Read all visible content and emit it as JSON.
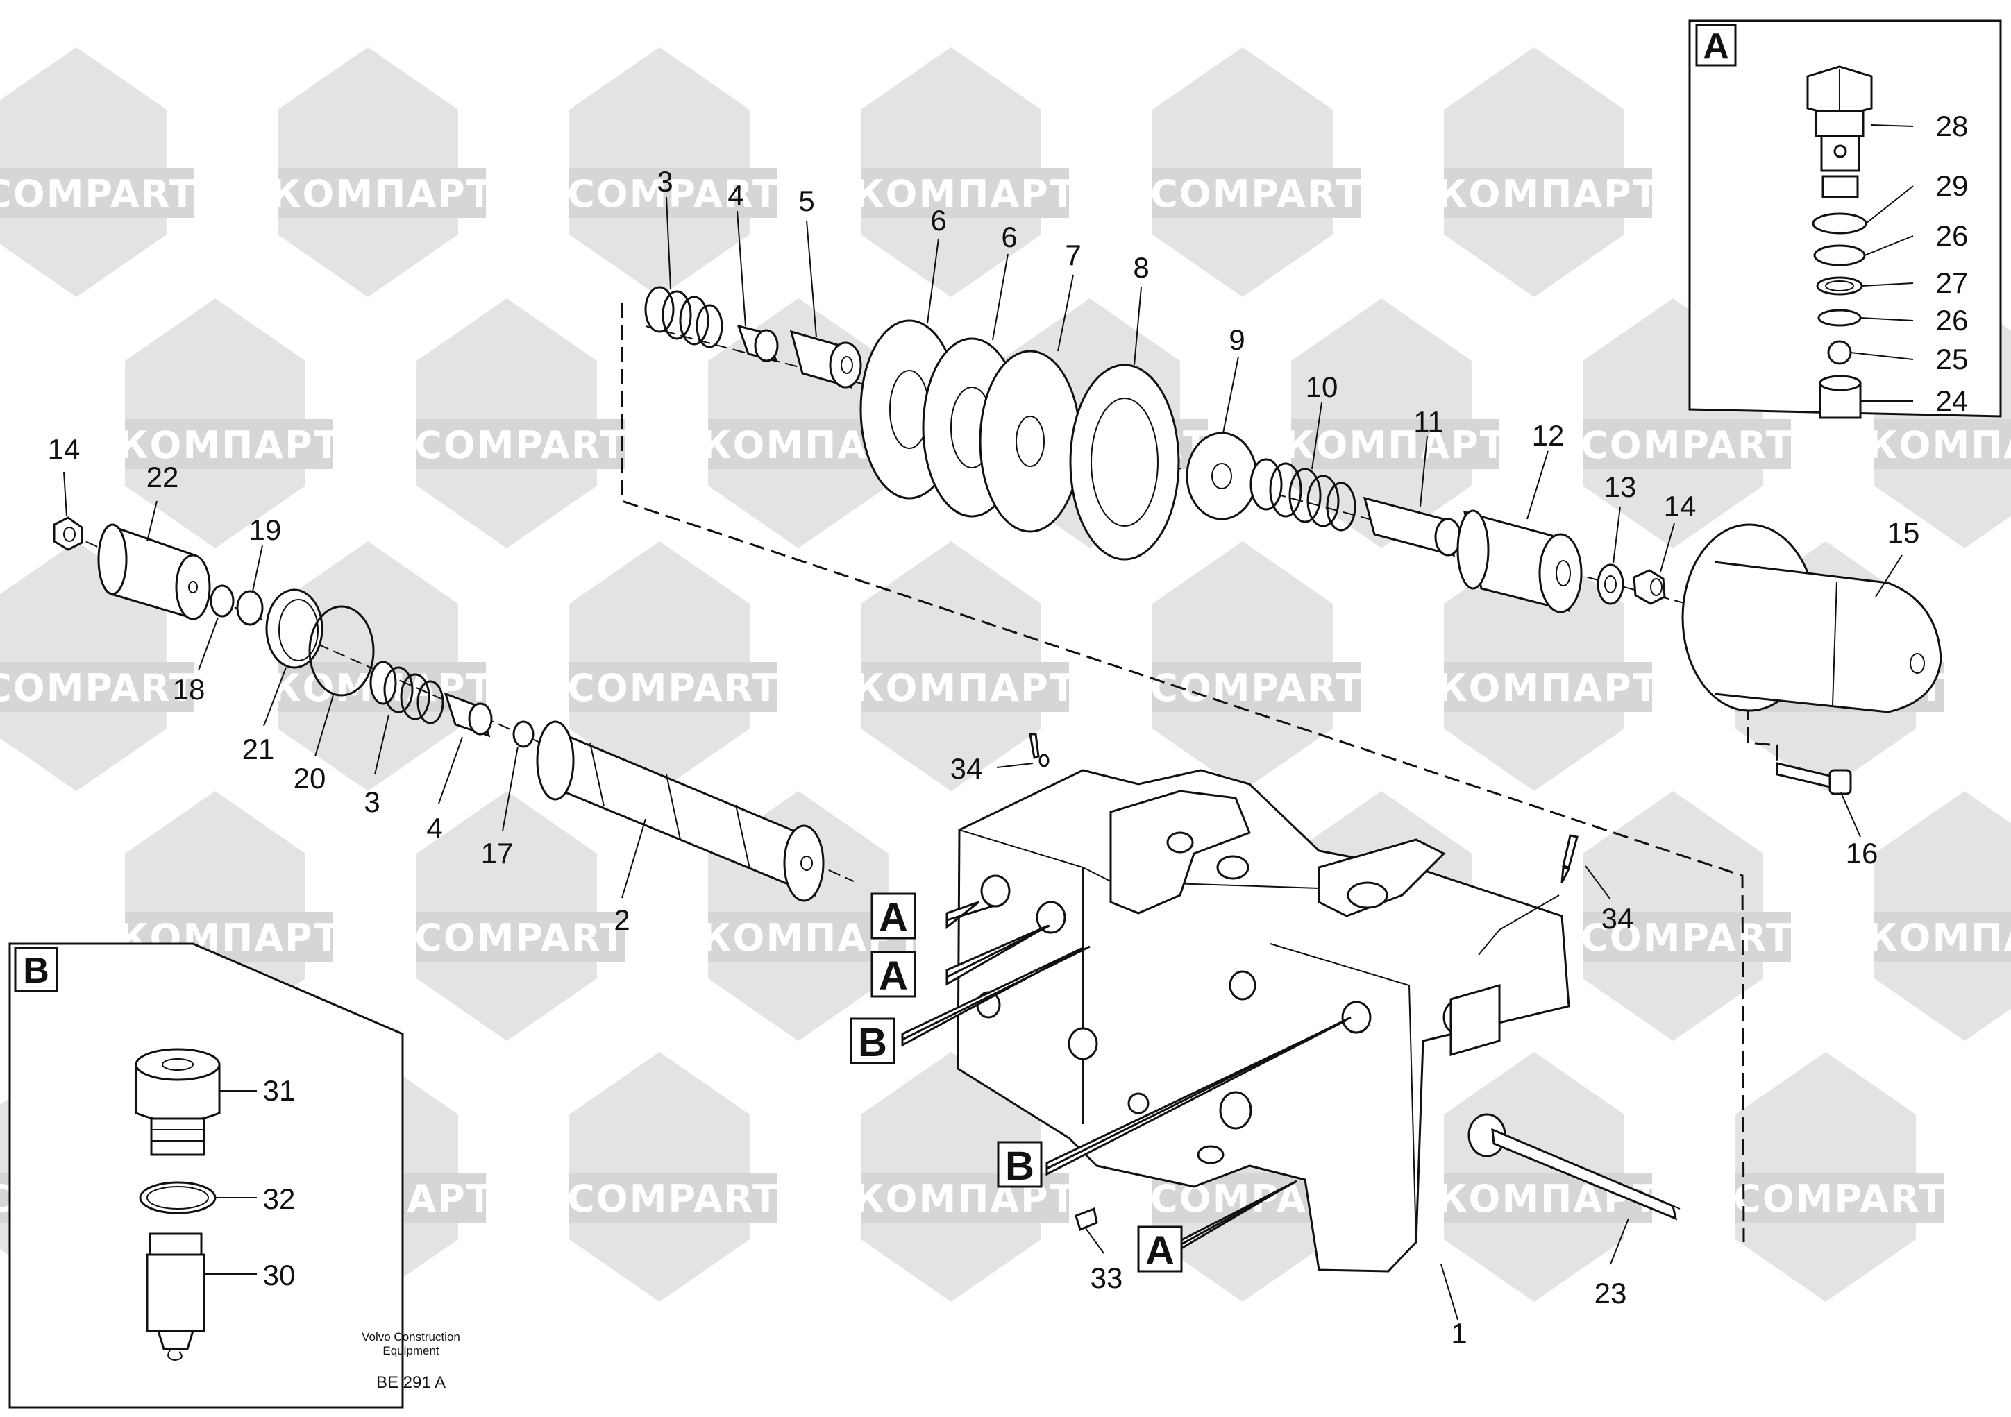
{
  "watermarks": {
    "latin": "COMPART",
    "cyrillic": "КОМПАРТ"
  },
  "insets": {
    "a_label": "A",
    "b_label": "B"
  },
  "connection_labels": {
    "a": "A",
    "b": "B"
  },
  "callouts": {
    "c1": "1",
    "c2": "2",
    "c3": "3",
    "c4": "4",
    "c5": "5",
    "c6": "6",
    "c7": "7",
    "c8": "8",
    "c9": "9",
    "c10": "10",
    "c11": "11",
    "c12": "12",
    "c13": "13",
    "c14": "14",
    "c15": "15",
    "c16": "16",
    "c17": "17",
    "c18": "18",
    "c19": "19",
    "c20": "20",
    "c21": "21",
    "c22": "22",
    "c23": "23",
    "c24": "24",
    "c25": "25",
    "c26": "26",
    "c27": "27",
    "c28": "28",
    "c29": "29",
    "c30": "30",
    "c31": "31",
    "c32": "32",
    "c33": "33",
    "c34": "34"
  },
  "credit": {
    "line1": "Volvo Construction",
    "line2": "Equipment",
    "code": "BE 291 A"
  }
}
